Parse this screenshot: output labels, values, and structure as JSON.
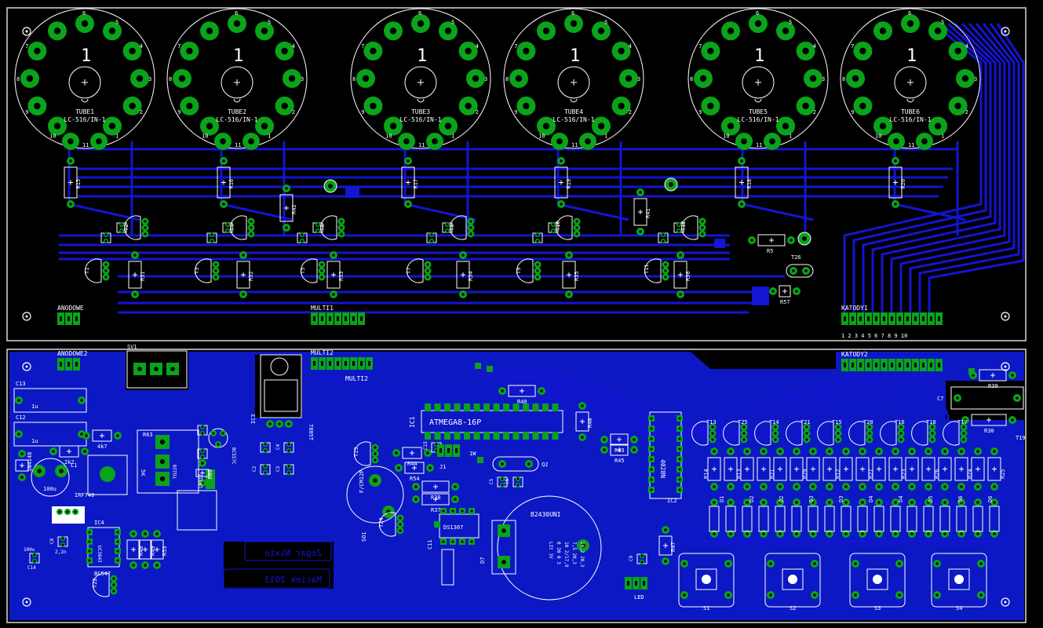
{
  "colors": {
    "background": "#000000",
    "copper": "#1414d2",
    "copper_fill": "#0b18c4",
    "pad": "#0aa31a",
    "drill": "#000000",
    "silk": "#ffffff",
    "outline": "#dddddd"
  },
  "tubes": [
    {
      "name": "TUBE1",
      "type": "LC-516/IN-1"
    },
    {
      "name": "TUBE2",
      "type": "LC-516/IN-1"
    },
    {
      "name": "TUBE3",
      "type": "LC-516/IN-1"
    },
    {
      "name": "TUBE4",
      "type": "LC-516/IN-1"
    },
    {
      "name": "TUBE5",
      "type": "LC-516/IN-1"
    },
    {
      "name": "TUBE6",
      "type": "LC-516/IN-1"
    }
  ],
  "tube_mark": "1",
  "tube_pin_labels": [
    "1",
    "2",
    "3",
    "4",
    "5",
    "6",
    "7",
    "8",
    "9",
    "10",
    "11"
  ],
  "labels": {
    "top_resistors": [
      "R15",
      "R16",
      "R17",
      "R19",
      "R18",
      "R20"
    ],
    "r42": "R42",
    "r41": "R41",
    "transistors_top": [
      "T2",
      "T4",
      "T6",
      "T8",
      "T10",
      "T12"
    ],
    "transistors_low": [
      "T1",
      "T3",
      "T5",
      "T7",
      "T9",
      "T11"
    ],
    "r_low": [
      "R31",
      "R32",
      "R33",
      "R34",
      "R35",
      "R36"
    ],
    "r5": "R5",
    "t26": "T26",
    "r57": "R57",
    "anodowe": "ANODOWE",
    "multi1": "MULTI1",
    "katody1": "KATODY1",
    "katody1_pins": "1 2 3 4 5 6 7 8 9 10",
    "anodowe2": "ANODOWE2",
    "sv1": "SV1",
    "multi2": "MULTI2",
    "katody2": "KATODY2",
    "ic3": "IC3",
    "ic3_part": "7805T",
    "ic1": "IC1",
    "ic1_part": "ATMEGA8-16P",
    "ic2": "IC2",
    "ic2_part": "4028N",
    "c13": "C13",
    "c13_val": "1u",
    "c12": "C12",
    "c12_val": "1u",
    "c7": "C7",
    "r30": "R30",
    "r39": "R39",
    "t19": "T19",
    "d10": "D10",
    "d10_part": "1N4148",
    "l1": "L1",
    "l1_val": "100u",
    "r60": "R60",
    "r60_val": "4k7",
    "r59": "R59",
    "r59_val": "2k2",
    "r58": "R58",
    "r22": "R22",
    "irf": "IRF740",
    "d11": "D11",
    "d11_part": "1N4148",
    "r63": "R63",
    "r63_val": "5K",
    "ic4": "IC4",
    "ic4_part": "UC3843",
    "c8": "C8",
    "c8_val": "2,2n",
    "c14": "C14",
    "c14_val": "100u",
    "t22": "T22",
    "t22_part": "BC547",
    "r_ic4": [
      "R48",
      "R49",
      "R53"
    ],
    "c_bc": "BC557C",
    "d12": "D12",
    "ic_lm": "IC5",
    "ic_lm_part": "LM317",
    "to220": "TO220",
    "c2": "C2",
    "c3": "C3",
    "c4": "C4",
    "t23": "T23",
    "r44": "R44",
    "r54": "R54",
    "r38": "R38",
    "r37": "R37",
    "r40": "R40",
    "r43": "R43",
    "r45": "R45",
    "r47": "R47",
    "buzzer": "F/CM12P",
    "so1": "SO1",
    "t24": "T24",
    "c11": "C11",
    "d6": "DS1307",
    "q2": "Q2",
    "c15": "C15",
    "c5": "C5",
    "c6": "C6",
    "j1": "J1",
    "w1": "1W",
    "d7": "D7",
    "battery": "B2430UNI",
    "battery_spec": [
      "LIt 3V",
      "0 20 0 3",
      "10 2/17,9",
      "7,5 20,3",
      "10,2 20,3"
    ],
    "c9": "C9",
    "led": "LED",
    "switches": [
      "S1",
      "S2",
      "S3",
      "S4"
    ],
    "mirrored_1": "Zegar Nixie",
    "mirrored_2": "Maciek 2013",
    "t_row": [
      "T13",
      "T25",
      "T14",
      "T21",
      "T15",
      "T20",
      "T16",
      "T18",
      "T17"
    ],
    "r_row": [
      "R14",
      "R13",
      "R21",
      "R29",
      "R12",
      "R27",
      "R23",
      "R26",
      "R24",
      "R25"
    ],
    "d_row": [
      "D1",
      "D2",
      "D2",
      "D3",
      "D3",
      "D4",
      "D4",
      "D5",
      "D6",
      "D6"
    ]
  }
}
